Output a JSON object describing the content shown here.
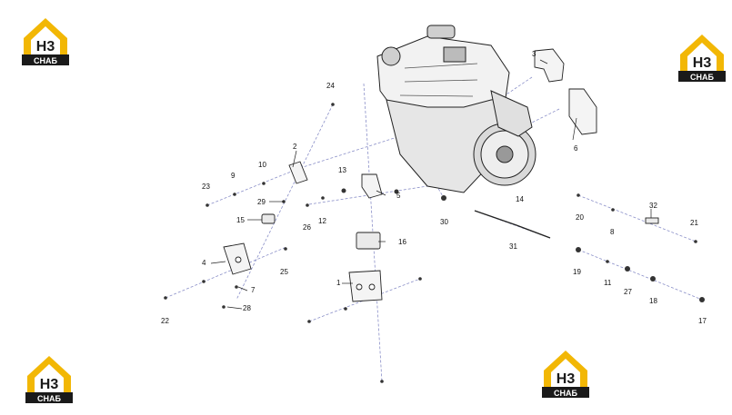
{
  "brand": {
    "logo_mark": "H3",
    "logo_sub": "СНАБ",
    "accent_color": "#f2b705",
    "dark_color": "#1a1a1a"
  },
  "diagram": {
    "callouts": [
      "1",
      "2",
      "3",
      "4",
      "5",
      "6",
      "7",
      "8",
      "9",
      "10",
      "11",
      "12",
      "13",
      "14",
      "15",
      "16",
      "17",
      "18",
      "19",
      "20",
      "21",
      "22",
      "23",
      "24",
      "25",
      "26",
      "27",
      "28",
      "29",
      "30",
      "31",
      "32"
    ]
  }
}
